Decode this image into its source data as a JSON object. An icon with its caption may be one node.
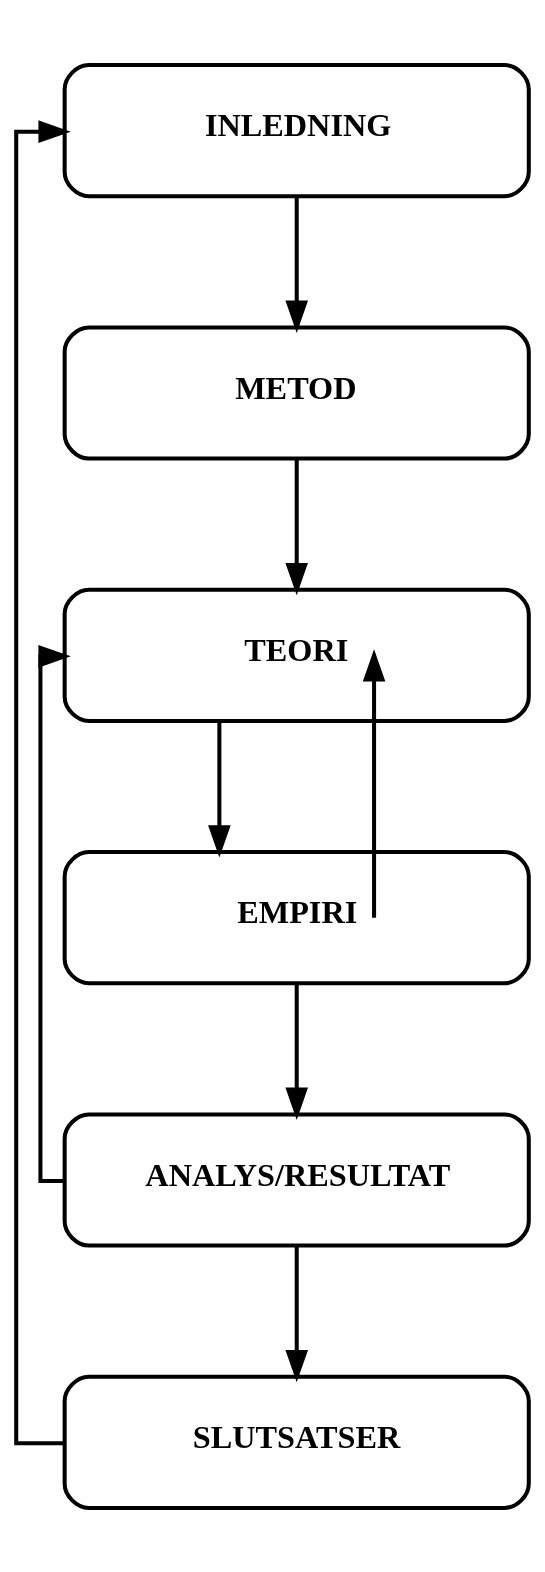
{
  "diagram": {
    "nodes": [
      {
        "text": [
          "INLEDNING"
        ]
      },
      {
        "text": [
          "METOD"
        ]
      },
      {
        "text": [
          "TEORI"
        ]
      },
      {
        "text": [
          "EMPIRI"
        ]
      },
      {
        "text": [
          "ANALYS/RESULTAT"
        ]
      },
      {
        "text": [
          "SLUTSATSER"
        ]
      }
    ],
    "edges": [
      {
        "from": 0,
        "to": 1,
        "arrow": "to"
      },
      {
        "from": 1,
        "to": 2,
        "arrow": "to"
      },
      {
        "from": 2,
        "to": 3,
        "arrow": "to"
      },
      {
        "from": 3,
        "to": 4,
        "arrow": "to"
      },
      {
        "from": 4,
        "to": 5,
        "arrow": "to"
      },
      {
        "from": 3,
        "to": 2,
        "arrow": "to"
      },
      {
        "from": 4,
        "to": 2,
        "arrow": "to"
      },
      {
        "from": 5,
        "to": 0,
        "arrow": "to"
      }
    ]
  }
}
